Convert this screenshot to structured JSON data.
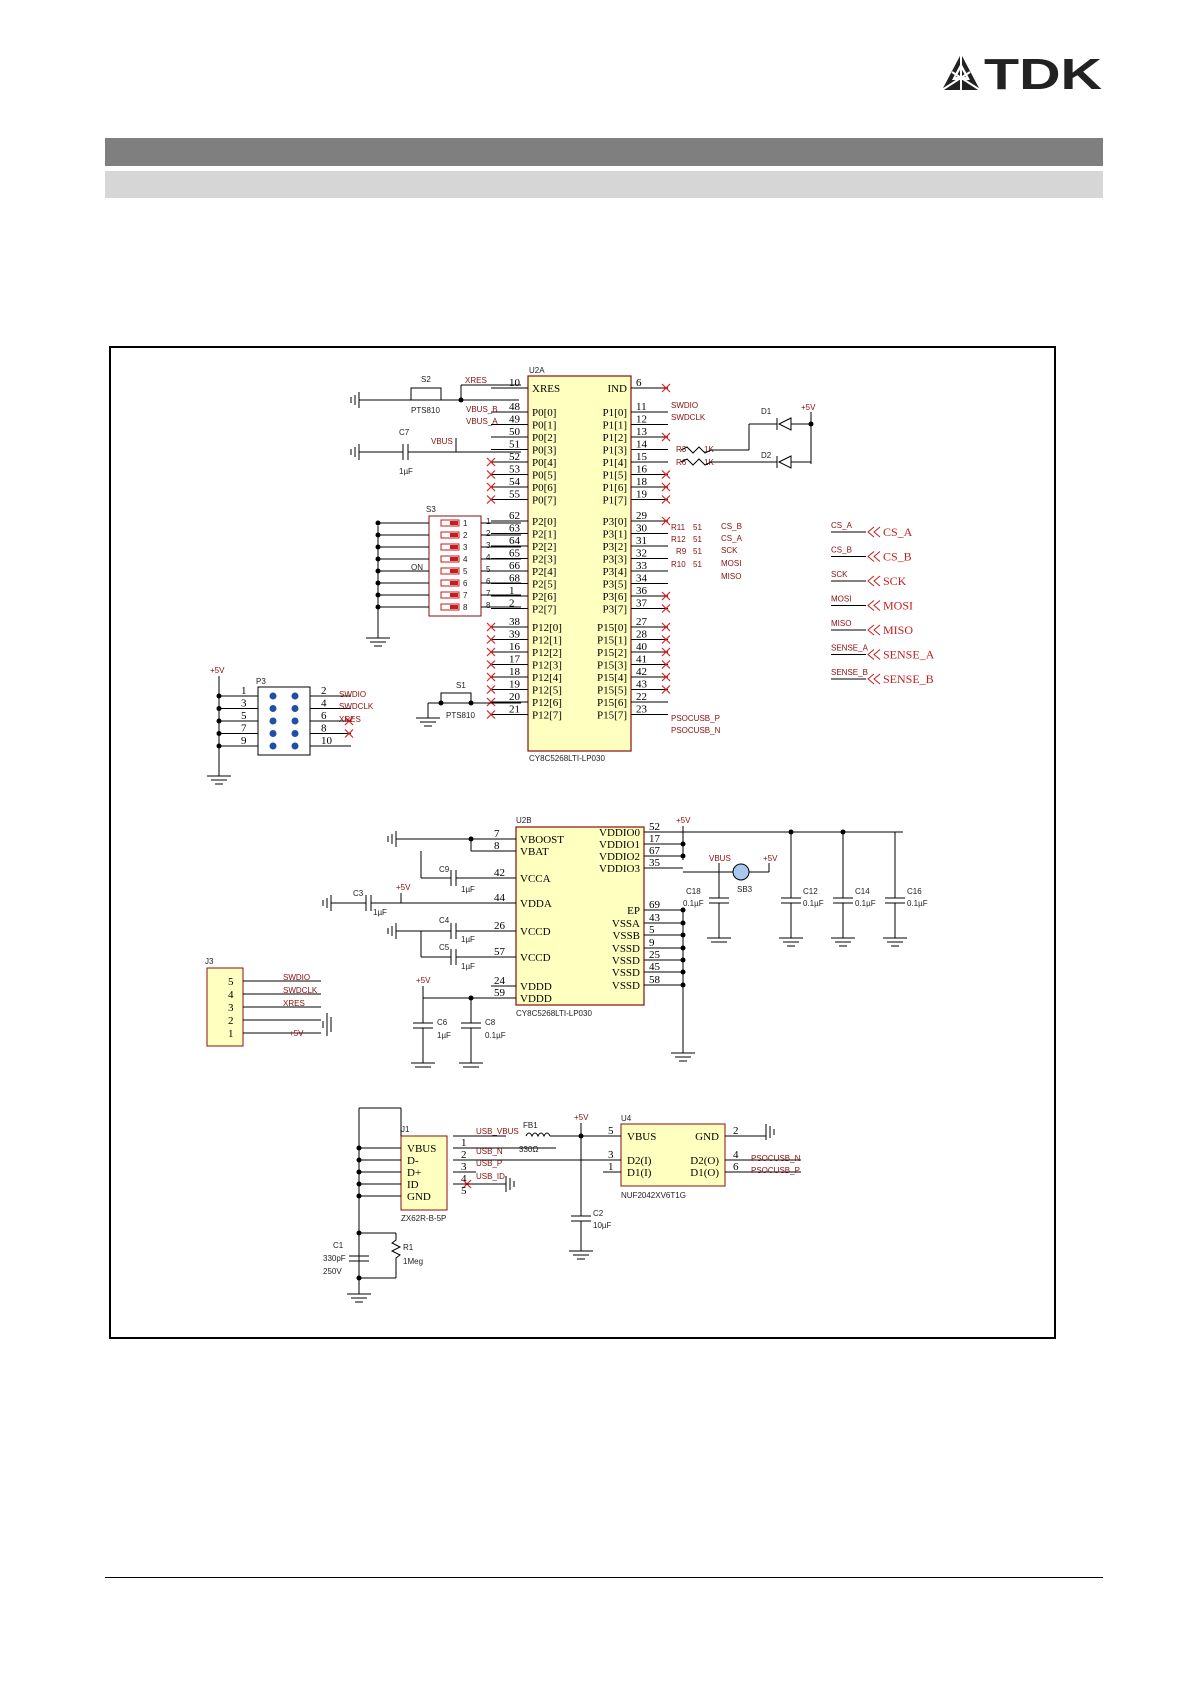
{
  "logo": {
    "text": "TDK"
  },
  "schematic": {
    "u2a": {
      "ref": "U2A",
      "part": "CY8C5268LTI-LP030",
      "left_pins": [
        {
          "name": "XRES",
          "num": "10"
        },
        {
          "name": "P0[0]",
          "num": "48"
        },
        {
          "name": "P0[1]",
          "num": "49"
        },
        {
          "name": "P0[2]",
          "num": "50"
        },
        {
          "name": "P0[3]",
          "num": "51"
        },
        {
          "name": "P0[4]",
          "num": "52"
        },
        {
          "name": "P0[5]",
          "num": "53"
        },
        {
          "name": "P0[6]",
          "num": "54"
        },
        {
          "name": "P0[7]",
          "num": "55"
        },
        {
          "name": "P2[0]",
          "num": "62"
        },
        {
          "name": "P2[1]",
          "num": "63"
        },
        {
          "name": "P2[2]",
          "num": "64"
        },
        {
          "name": "P2[3]",
          "num": "65"
        },
        {
          "name": "P2[4]",
          "num": "66"
        },
        {
          "name": "P2[5]",
          "num": "68"
        },
        {
          "name": "P2[6]",
          "num": "1"
        },
        {
          "name": "P2[7]",
          "num": "2"
        },
        {
          "name": "P12[0]",
          "num": "38"
        },
        {
          "name": "P12[1]",
          "num": "39"
        },
        {
          "name": "P12[2]",
          "num": "16"
        },
        {
          "name": "P12[3]",
          "num": "17"
        },
        {
          "name": "P12[4]",
          "num": "18"
        },
        {
          "name": "P12[5]",
          "num": "19"
        },
        {
          "name": "P12[6]",
          "num": "20"
        },
        {
          "name": "P12[7]",
          "num": "21"
        }
      ],
      "right_pins": [
        {
          "name": "IND",
          "num": "6"
        },
        {
          "name": "P1[0]",
          "num": "11"
        },
        {
          "name": "P1[1]",
          "num": "12"
        },
        {
          "name": "P1[2]",
          "num": "13"
        },
        {
          "name": "P1[3]",
          "num": "14"
        },
        {
          "name": "P1[4]",
          "num": "15"
        },
        {
          "name": "P1[5]",
          "num": "16"
        },
        {
          "name": "P1[6]",
          "num": "18"
        },
        {
          "name": "P1[7]",
          "num": "19"
        },
        {
          "name": "P3[0]",
          "num": "29"
        },
        {
          "name": "P3[1]",
          "num": "30"
        },
        {
          "name": "P3[2]",
          "num": "31"
        },
        {
          "name": "P3[3]",
          "num": "32"
        },
        {
          "name": "P3[4]",
          "num": "33"
        },
        {
          "name": "P3[5]",
          "num": "34"
        },
        {
          "name": "P3[6]",
          "num": "36"
        },
        {
          "name": "P3[7]",
          "num": "37"
        },
        {
          "name": "P15[0]",
          "num": "27"
        },
        {
          "name": "P15[1]",
          "num": "28"
        },
        {
          "name": "P15[2]",
          "num": "40"
        },
        {
          "name": "P15[3]",
          "num": "41"
        },
        {
          "name": "P15[4]",
          "num": "42"
        },
        {
          "name": "P15[5]",
          "num": "43"
        },
        {
          "name": "P15[6]",
          "num": "22"
        },
        {
          "name": "P15[7]",
          "num": "23"
        }
      ]
    },
    "u2b": {
      "ref": "U2B",
      "part": "CY8C5268LTI-LP030",
      "left_pins": [
        {
          "name": "VBOOST",
          "num": "7"
        },
        {
          "name": "VBAT",
          "num": "8"
        },
        {
          "name": "VCCA",
          "num": "42"
        },
        {
          "name": "VDDA",
          "num": "44"
        },
        {
          "name": "VCCD",
          "num": "26"
        },
        {
          "name": "VCCD",
          "num": "57"
        },
        {
          "name": "VDDD",
          "num": "24"
        },
        {
          "name": "VDDD",
          "num": "59"
        }
      ],
      "right_pins": [
        {
          "name": "VDDIO0",
          "num": "52"
        },
        {
          "name": "VDDIO1",
          "num": "17"
        },
        {
          "name": "VDDIO2",
          "num": "67"
        },
        {
          "name": "VDDIO3",
          "num": "35"
        },
        {
          "name": "EP",
          "num": "69"
        },
        {
          "name": "VSSA",
          "num": "43"
        },
        {
          "name": "VSSB",
          "num": "5"
        },
        {
          "name": "VSSD",
          "num": "9"
        },
        {
          "name": "VSSD",
          "num": "25"
        },
        {
          "name": "VSSD",
          "num": "45"
        },
        {
          "name": "VSSD",
          "num": "58"
        }
      ]
    },
    "u4": {
      "ref": "U4",
      "part": "NUF2042XV6T1G",
      "pins": [
        "VBUS",
        "GND",
        "D2(I)",
        "D2(O)",
        "D1(I)",
        "D1(O)"
      ],
      "nums": [
        "5",
        "2",
        "3",
        "4",
        "1",
        "6"
      ]
    },
    "j1": {
      "ref": "J1",
      "part": "ZX62R-B-5P",
      "pins": [
        "VBUS",
        "D-",
        "D+",
        "ID",
        "GND"
      ],
      "nums": [
        "1",
        "2",
        "3",
        "4",
        "5"
      ]
    },
    "j3": {
      "ref": "J3",
      "nums": [
        "5",
        "4",
        "3",
        "2",
        "1"
      ]
    },
    "p3": {
      "ref": "P3",
      "left_nums": [
        "1",
        "3",
        "5",
        "7",
        "9"
      ],
      "right_nums": [
        "2",
        "4",
        "6",
        "8",
        "10"
      ]
    },
    "s3": {
      "ref": "S3",
      "on_label": "ON",
      "switch_nums": [
        "1",
        "2",
        "3",
        "4",
        "5",
        "6",
        "7",
        "8"
      ],
      "pin_nums": [
        "1",
        "2",
        "3",
        "4",
        "5",
        "6",
        "7",
        "8"
      ]
    },
    "nets": {
      "xres": "XRES",
      "vbus_b": "VBUS_B",
      "vbus_a": "VBUS_A",
      "vbus": "VBUS",
      "swdio": "SWDIO",
      "swdclk": "SWDCLK",
      "cs_b": "CS_B",
      "cs_a": "CS_A",
      "sck": "SCK",
      "mosi": "MOSI",
      "miso": "MISO",
      "sense_a": "SENSE_A",
      "sense_b": "SENSE_B",
      "psocusb_p": "PSOCUSB_P",
      "psocusb_n": "PSOCUSB_N",
      "usb_vbus": "USB_VBUS",
      "usb_n": "USB_N",
      "usb_p": "USB_P",
      "usb_id": "USB_ID",
      "plus5v": "+5V"
    },
    "ports": [
      "CS_A",
      "CS_B",
      "SCK",
      "MOSI",
      "MISO",
      "SENSE_A",
      "SENSE_B"
    ],
    "components": {
      "s2": "S2",
      "s2_part": "PTS810",
      "s1": "S1",
      "s1_part": "PTS810",
      "c7": "C7",
      "c7_val": "1µF",
      "d1": "D1",
      "d2": "D2",
      "r3": "R3",
      "r3_val": "1K",
      "r6": "R6",
      "r6_val": "1K",
      "r11": "R11",
      "r11_val": "51",
      "r12": "R12",
      "r12_val": "51",
      "r9": "R9",
      "r9_val": "51",
      "r10": "R10",
      "r10_val": "51",
      "c9": "C9",
      "c9_val": "1µF",
      "c3": "C3",
      "c3_val": "1µF",
      "c4": "C4",
      "c4_val": "1µF",
      "c5": "C5",
      "c5_val": "1µF",
      "c6": "C6",
      "c6_val": "1µF",
      "c8": "C8",
      "c8_val": "0.1µF",
      "c18": "C18",
      "c18_val": "0.1µF",
      "sb3": "SB3",
      "c12": "C12",
      "c12_val": "0.1µF",
      "c14": "C14",
      "c14_val": "0.1µF",
      "c16": "C16",
      "c16_val": "0.1µF",
      "fb1": "FB1",
      "fb1_val": "330Ω",
      "c2": "C2",
      "c2_val": "10µF",
      "c1": "C1",
      "c1_val": "330pF",
      "c1_volt": "250V",
      "r1": "R1",
      "r1_val": "1Meg"
    }
  }
}
